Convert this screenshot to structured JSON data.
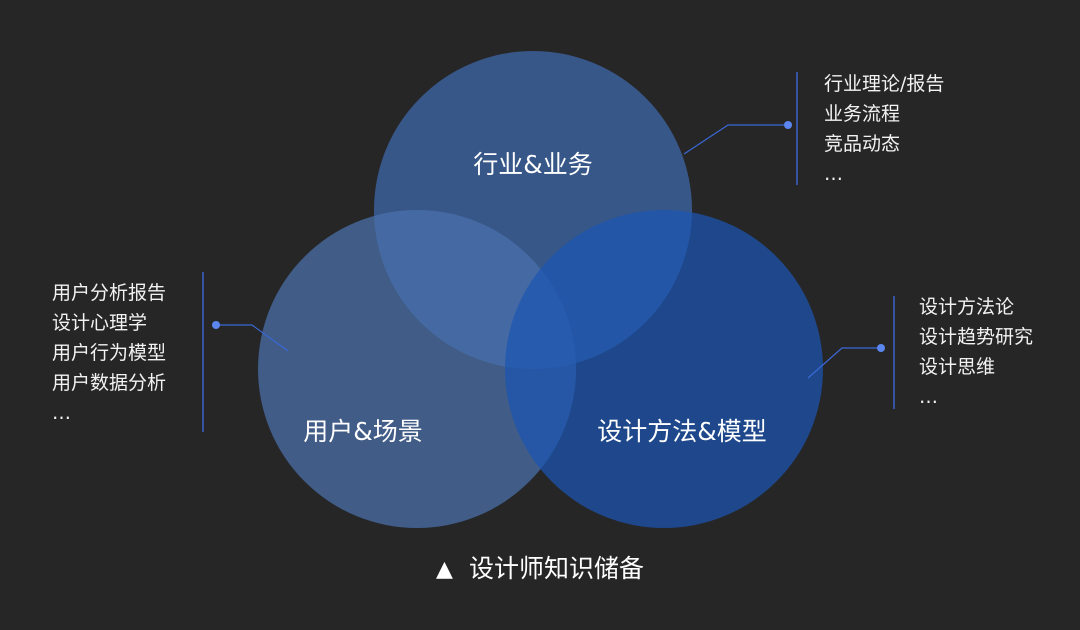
{
  "colors": {
    "background": "#262627",
    "circle_top": "#3a5e97",
    "circle_left": "#3f6296",
    "circle_right": "#1d4a90",
    "accent_line": "#3a68d6"
  },
  "circles": {
    "top": {
      "label": "行业&业务"
    },
    "left": {
      "label": "用户&场景"
    },
    "right": {
      "label": "设计方法&模型"
    }
  },
  "notes": {
    "top": [
      "行业理论/报告",
      "业务流程",
      "竞品动态",
      "…"
    ],
    "left": [
      "用户分析报告",
      "设计心理学",
      "用户行为模型",
      "用户数据分析",
      "…"
    ],
    "right": [
      "设计方法论",
      "设计趋势研究",
      "设计思维",
      "…"
    ]
  },
  "caption": {
    "icon": "triangle-up-icon",
    "glyph": "▲",
    "text": "设计师知识储备"
  }
}
